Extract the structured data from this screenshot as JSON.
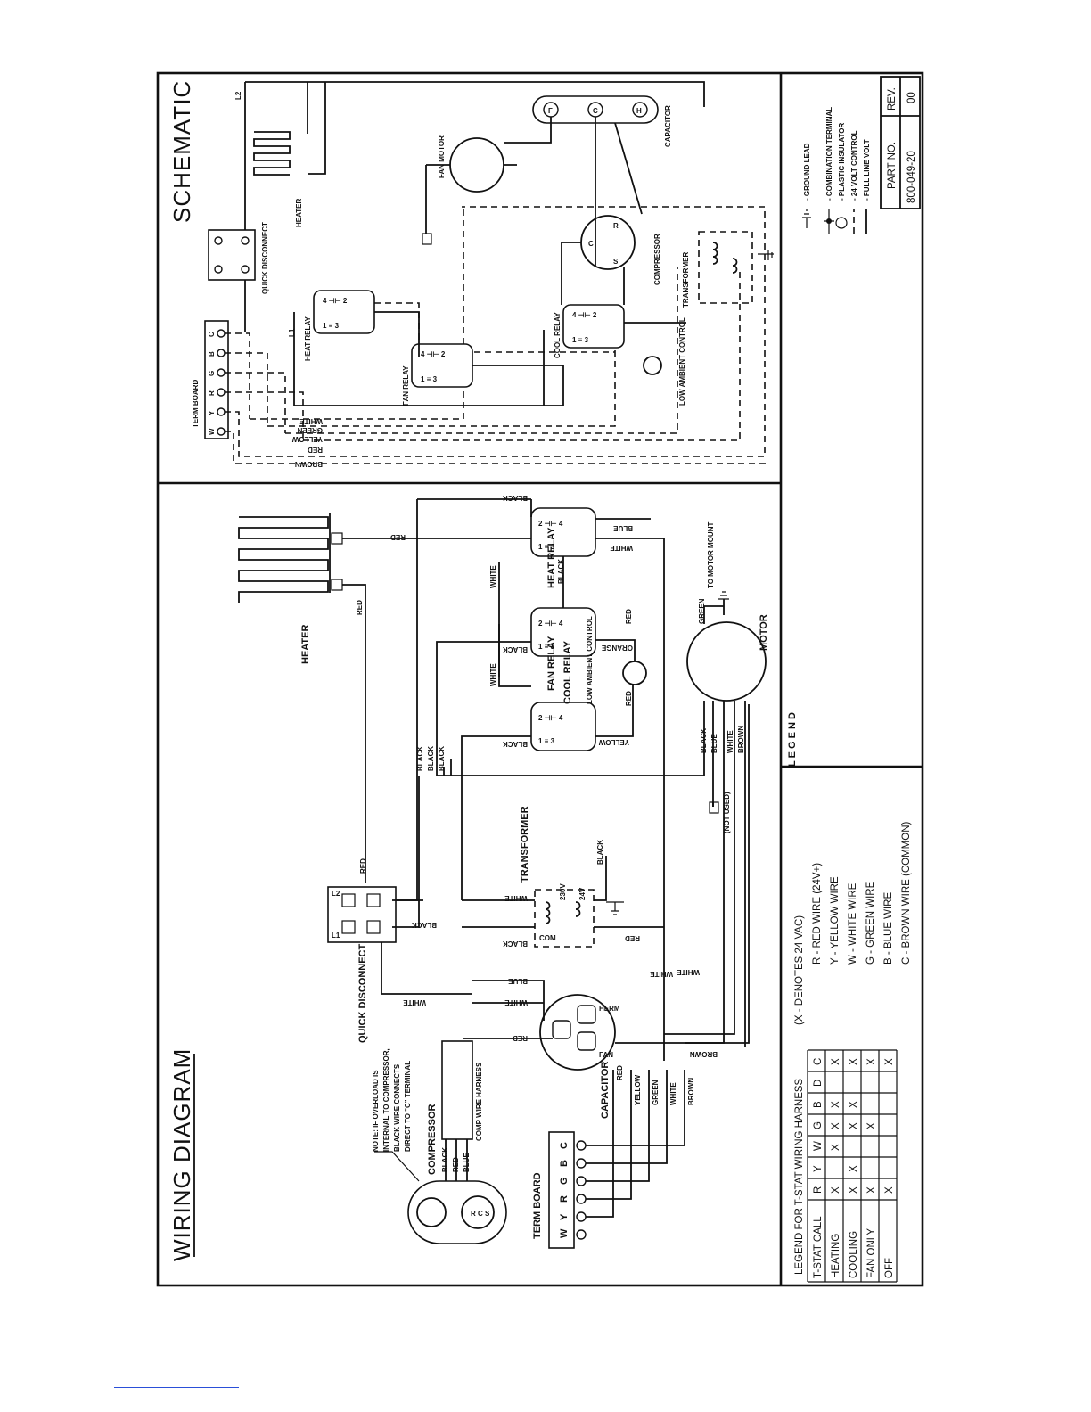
{
  "wiring": {
    "title": "WIRING DIAGRAM",
    "heater": "HEATER",
    "quick_disconnect": "QUICK DISCONNECT",
    "transformer": "TRANSFORMER",
    "capacitor": "CAPACITOR",
    "compressor": "COMPRESSOR",
    "comp_harness": "COMP WIRE HARNESS",
    "term_board": "TERM BOARD",
    "motor": "MOTOR",
    "to_motor_mount": "TO MOTOR MOUNT",
    "not_used": "(NOT USED)",
    "low_ambient": "LOW AMBIENT CONTROL",
    "heat_relay": "HEAT RELAY",
    "fan_relay": "FAN RELAY",
    "cool_relay": "COOL RELAY",
    "note": [
      "NOTE: IF OVERLOAD IS",
      "INTERNAL TO COMPRESSOR,",
      "BLACK WIRE CONNECTS",
      "DIRECT TO \"C\" TERMINAL"
    ],
    "terminals": [
      "W",
      "Y",
      "R",
      "G",
      "B",
      "C"
    ],
    "wire_colors": {
      "red": "RED",
      "black": "BLACK",
      "white": "WHITE",
      "blue": "BLUE",
      "yellow": "YELLOW",
      "green": "GREEN",
      "brown": "BROWN",
      "orange": "ORANGE"
    },
    "cap_terms": {
      "herm": "HERM",
      "fan": "FAN"
    },
    "trans_taps": {
      "com": "COM",
      "v230": "230V",
      "v24": "24V"
    },
    "qd_terms": {
      "l1": "L1",
      "l2": "L2"
    }
  },
  "schematic": {
    "title": "SCHEMATIC",
    "term_board": "TERM BOARD",
    "quick_disconnect": "QUICK DISCONNECT",
    "heater": "HEATER",
    "fan_motor": "FAN MOTOR",
    "capacitor": "CAPACITOR",
    "compressor": "COMPRESSOR",
    "transformer": "TRANSFORMER",
    "heat_relay": "HEAT RELAY",
    "fan_relay": "FAN RELAY",
    "cool_relay": "COOL RELAY",
    "low_ambient": "LOW AMBIENT CONTROL",
    "l1": "L1",
    "l2": "L2",
    "terminals": [
      "W",
      "Y",
      "R",
      "G",
      "B",
      "C"
    ],
    "wire_labels": [
      "WHITE",
      "GREEN",
      "YELLOW",
      "RED",
      "BROWN"
    ]
  },
  "legend": {
    "title": "L E G E N D",
    "symbols": [
      {
        "symbol": "ground",
        "text": "- GROUND LEAD"
      },
      {
        "symbol": "combo",
        "text": "- COMBINATION TERMINAL"
      },
      {
        "symbol": "insulator",
        "text": "- PLASTIC INSULATOR"
      },
      {
        "symbol": "dashed",
        "text": "- 24 VOLT CONTROL"
      },
      {
        "symbol": "solid",
        "text": "- FULL LINE VOLT"
      }
    ],
    "part_no_label": "PART NO.",
    "rev_label": "REV.",
    "part_no": "800-049-20",
    "rev": "00"
  },
  "tstat_table": {
    "title": "LEGEND FOR T-STAT WIRING HARNESS",
    "note": "(X - DENOTES 24 VAC)",
    "columns": [
      "T-STAT CALL",
      "R",
      "Y",
      "W",
      "G",
      "B",
      "D",
      "C"
    ],
    "rows": [
      [
        "HEATING",
        "X",
        "",
        "X",
        "X",
        "X",
        "",
        "X"
      ],
      [
        "COOLING",
        "X",
        "X",
        "",
        "X",
        "X",
        "",
        "X"
      ],
      [
        "FAN ONLY",
        "X",
        "",
        "",
        "X",
        "",
        "",
        "X"
      ],
      [
        "OFF",
        "X",
        "",
        "",
        "",
        "",
        "",
        "X"
      ]
    ],
    "wire_key": [
      "R - RED WIRE (24V+)",
      "Y - YELLOW WIRE",
      "W - WHITE WIRE",
      "G - GREEN WIRE",
      "B - BLUE WIRE",
      "C - BROWN WIRE (COMMON)"
    ]
  }
}
